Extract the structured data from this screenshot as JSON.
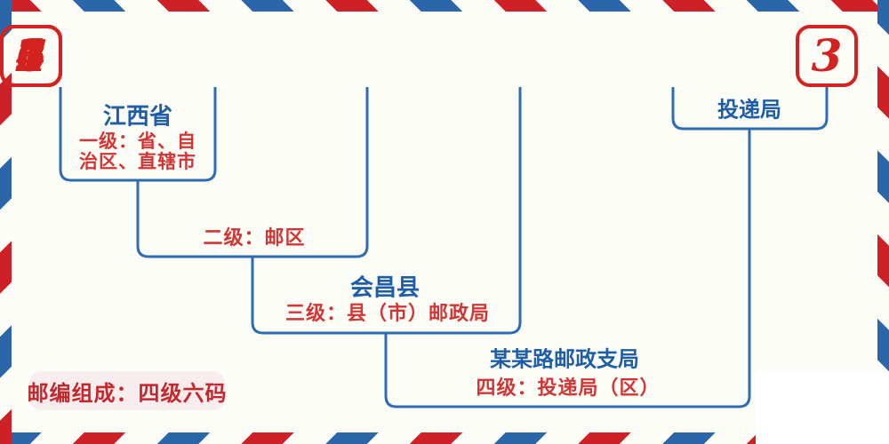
{
  "postal_code": {
    "digits": [
      "3",
      "4",
      "2",
      "6",
      "1",
      "2"
    ],
    "full_code": "342612"
  },
  "labels": {
    "province": "江西省",
    "level1_line1": "一级：省、自",
    "level1_line2": "治区、直辖市",
    "level2": "二级：邮区",
    "county": "会昌县",
    "level3": "三级：县（市）邮政局",
    "branch": "某某路邮政支局",
    "level4": "四级：投递局（区）",
    "delivery": "投递局",
    "badge": "邮编组成：四级六码"
  },
  "colors": {
    "red": "#d3221f",
    "text_red": "#d23534",
    "badge_red": "#c5272c",
    "blue_line": "#2e6cb2",
    "text_blue": "#1e5ea7",
    "stripe_red": "#ce2127",
    "stripe_blue": "#2b65aa",
    "badge_bg": "#f7edee",
    "canvas_bg": "#fdfdf8",
    "patch": "#ffffff"
  }
}
